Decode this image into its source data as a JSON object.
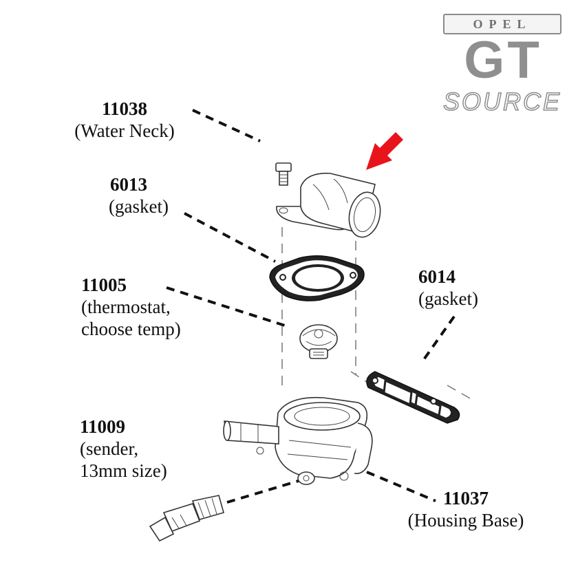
{
  "labels": {
    "water_neck": {
      "number": "11038",
      "desc": "(Water Neck)"
    },
    "gasket_6013": {
      "number": "6013",
      "desc": "(gasket)"
    },
    "thermostat": {
      "number": "11005",
      "desc1": "(thermostat,",
      "desc2": "choose temp)"
    },
    "gasket_6014": {
      "number": "6014",
      "desc": "(gasket)"
    },
    "sender": {
      "number": "11009",
      "desc1": "(sender,",
      "desc2": "13mm size)"
    },
    "housing_base": {
      "number": "11037",
      "desc": "(Housing Base)"
    }
  },
  "logo": {
    "top": "OPEL",
    "middle": "GT",
    "bottom": "SOURCE"
  },
  "colors": {
    "arrow": "#e8141c",
    "logo_gray": "#8f8f8f",
    "line": "#111111"
  },
  "icons": [
    "red-arrow-icon"
  ]
}
